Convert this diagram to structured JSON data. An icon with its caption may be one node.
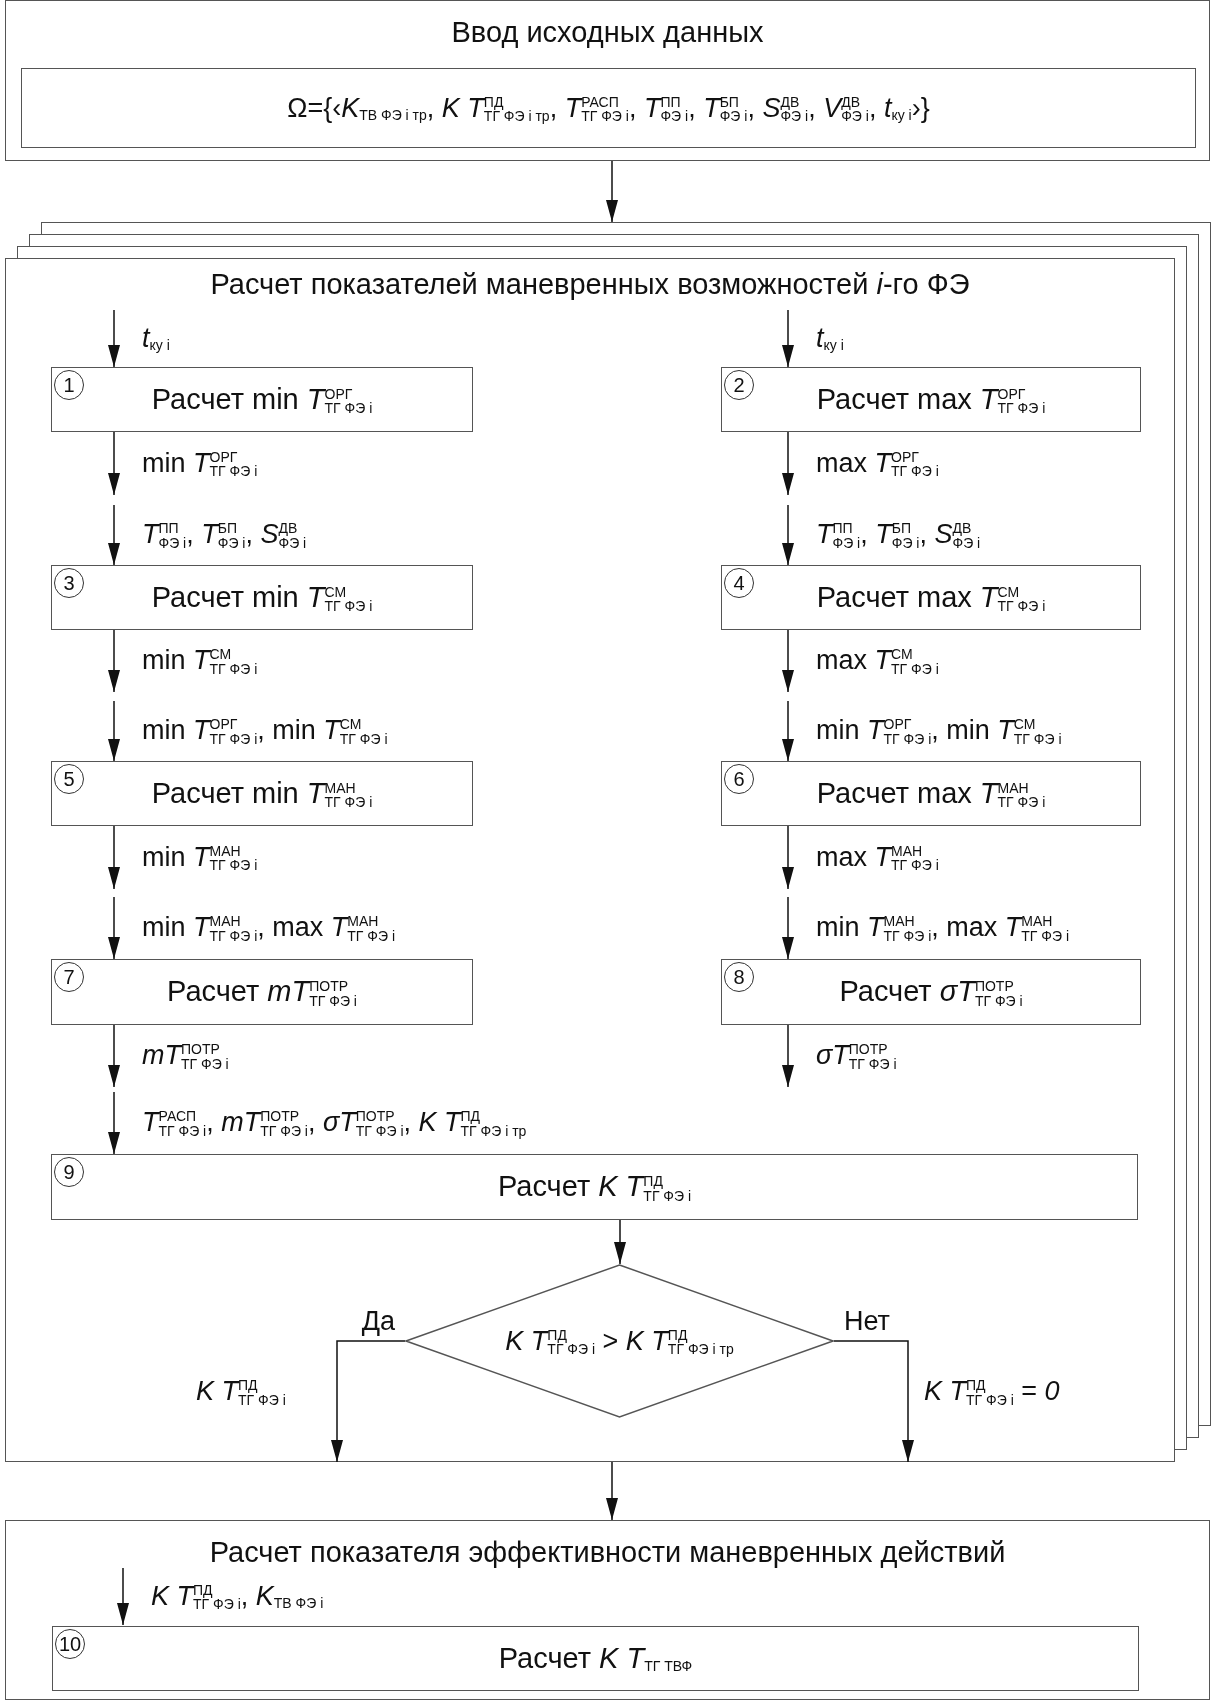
{
  "diagram": {
    "nodes": [
      {
        "text": [
          "Ввод исходных данных"
        ]
      },
      {
        "text": [
          "Ω={‹*K*$_{ТВ ФЭ i тр}$, *K T*$^{ПД}$$_{ТГ ФЭ i тр}$, *T*$^{РАСП}$$_{ТГ ФЭ i}$, *T*$^{ПП}$$_{ФЭ i}$, *T*$^{БП}$$_{ФЭ i}$, *S*$^{ДВ}$$_{ФЭ i}$, *V*$^{ДВ}$$_{ФЭ i}$, *t*$_{ку i}$›}"
        ],
        "in": 0
      },
      {
        "text": [
          "Расчет показателей маневренных возможностей *i*-го ФЭ"
        ]
      },
      {
        "text": [
          "1",
          "Расчет min *T*$^{ОРГ}$$_{ТГ ФЭ i}$"
        ],
        "in": 2
      },
      {
        "text": [
          "2",
          "Расчет max *T*$^{ОРГ}$$_{ТГ ФЭ i}$"
        ],
        "in": 2
      },
      {
        "text": [
          "3",
          "Расчет min *T*$^{СМ}$$_{ТГ ФЭ i}$"
        ],
        "in": 2
      },
      {
        "text": [
          "4",
          "Расчет max *T*$^{СМ}$$_{ТГ ФЭ i}$"
        ],
        "in": 2
      },
      {
        "text": [
          "5",
          "Расчет min *T*$^{МАН}$$_{ТГ ФЭ i}$"
        ],
        "in": 2
      },
      {
        "text": [
          "6",
          "Расчет max *T*$^{МАН}$$_{ТГ ФЭ i}$"
        ],
        "in": 2
      },
      {
        "text": [
          "7",
          "Расчет *mT*$^{ПОТР}$$_{ТГ ФЭ i}$"
        ],
        "in": 2
      },
      {
        "text": [
          "8",
          "Расчет *σT*$^{ПОТР}$$_{ТГ ФЭ i}$"
        ],
        "in": 2
      },
      {
        "text": [
          "9",
          "Расчет *K T*$^{ПД}$$_{ТГ ФЭ i}$"
        ],
        "in": 2
      },
      {
        "text": [
          "*K T*$^{ПД}$$_{ТГ ФЭ i}$ > *K T*$^{ПД}$$_{ТГ ФЭ i тр}$"
        ],
        "in": 2
      },
      {
        "text": [
          "Расчет показателя эффективности маневренных действий"
        ]
      },
      {
        "text": [
          "10",
          "Расчет *K T*$_{ТГ ТВФ}$"
        ],
        "in": 13
      }
    ],
    "edges": [
      {
        "from": 0,
        "to": 2,
        "arrow": "to"
      },
      {
        "from": null,
        "to": 3,
        "arrow": "to",
        "label": "*t*$_{ку i}$"
      },
      {
        "from": null,
        "to": 4,
        "arrow": "to",
        "label": "*t*$_{ку i}$"
      },
      {
        "from": 3,
        "to": null,
        "arrow": "to",
        "label": "min *T*$^{ОРГ}$$_{ТГ ФЭ i}$"
      },
      {
        "from": null,
        "to": 5,
        "arrow": "to",
        "label": "*T*$^{ПП}$$_{ФЭ i}$, *T*$^{БП}$$_{ФЭ i}$, *S*$^{ДВ}$$_{ФЭ i}$"
      },
      {
        "from": 4,
        "to": null,
        "arrow": "to",
        "label": "max *T*$^{ОРГ}$$_{ТГ ФЭ i}$"
      },
      {
        "from": null,
        "to": 6,
        "arrow": "to",
        "label": "*T*$^{ПП}$$_{ФЭ i}$, *T*$^{БП}$$_{ФЭ i}$, *S*$^{ДВ}$$_{ФЭ i}$"
      },
      {
        "from": 5,
        "to": null,
        "arrow": "to",
        "label": "min *T*$^{СМ}$$_{ТГ ФЭ i}$"
      },
      {
        "from": null,
        "to": 7,
        "arrow": "to",
        "label": "min *T*$^{ОРГ}$$_{ТГ ФЭ i}$, min *T*$^{СМ}$$_{ТГ ФЭ i}$"
      },
      {
        "from": 6,
        "to": null,
        "arrow": "to",
        "label": "max *T*$^{СМ}$$_{ТГ ФЭ i}$"
      },
      {
        "from": null,
        "to": 8,
        "arrow": "to",
        "label": "min *T*$^{ОРГ}$$_{ТГ ФЭ i}$, min *T*$^{СМ}$$_{ТГ ФЭ i}$"
      },
      {
        "from": 7,
        "to": null,
        "arrow": "to",
        "label": "min *T*$^{МАН}$$_{ТГ ФЭ i}$"
      },
      {
        "from": null,
        "to": 9,
        "arrow": "to",
        "label": "min *T*$^{МАН}$$_{ТГ ФЭ i}$, max *T*$^{МАН}$$_{ТГ ФЭ i}$"
      },
      {
        "from": 8,
        "to": null,
        "arrow": "to",
        "label": "max *T*$^{МАН}$$_{ТГ ФЭ i}$"
      },
      {
        "from": null,
        "to": 10,
        "arrow": "to",
        "label": "min *T*$^{МАН}$$_{ТГ ФЭ i}$, max *T*$^{МАН}$$_{ТГ ФЭ i}$"
      },
      {
        "from": 9,
        "to": null,
        "arrow": "to",
        "label": "*mT*$^{ПОТР}$$_{ТГ ФЭ i}$"
      },
      {
        "from": null,
        "to": 11,
        "arrow": "to",
        "label": "*T*$^{РАСП}$$_{ТГ ФЭ i}$, *mT*$^{ПОТР}$$_{ТГ ФЭ i}$, *σT*$^{ПОТР}$$_{ТГ ФЭ i}$, *K T*$^{ПД}$$_{ТГ ФЭ i тр}$"
      },
      {
        "from": 10,
        "to": null,
        "arrow": "to",
        "label": "*σT*$^{ПОТР}$$_{ТГ ФЭ i}$"
      },
      {
        "from": 11,
        "to": 12,
        "arrow": "to"
      },
      {
        "from": 12,
        "to": null,
        "arrow": "to",
        "label": "Да"
      },
      {
        "from": 12,
        "to": null,
        "arrow": "to",
        "label": "Нет"
      },
      {
        "from": 2,
        "to": 13,
        "arrow": "to"
      },
      {
        "from": null,
        "to": 14,
        "arrow": "to",
        "label": "*K T*$^{ПД}$$_{ТГ ФЭ i}$, *K*$_{ТВ ФЭ i}$"
      }
    ],
    "labels": [
      "*K T*$^{ПД}$$_{ТГ ФЭ i}$",
      "*K T*$^{ПД}$$_{ТГ ФЭ i}$ = *0*"
    ]
  }
}
